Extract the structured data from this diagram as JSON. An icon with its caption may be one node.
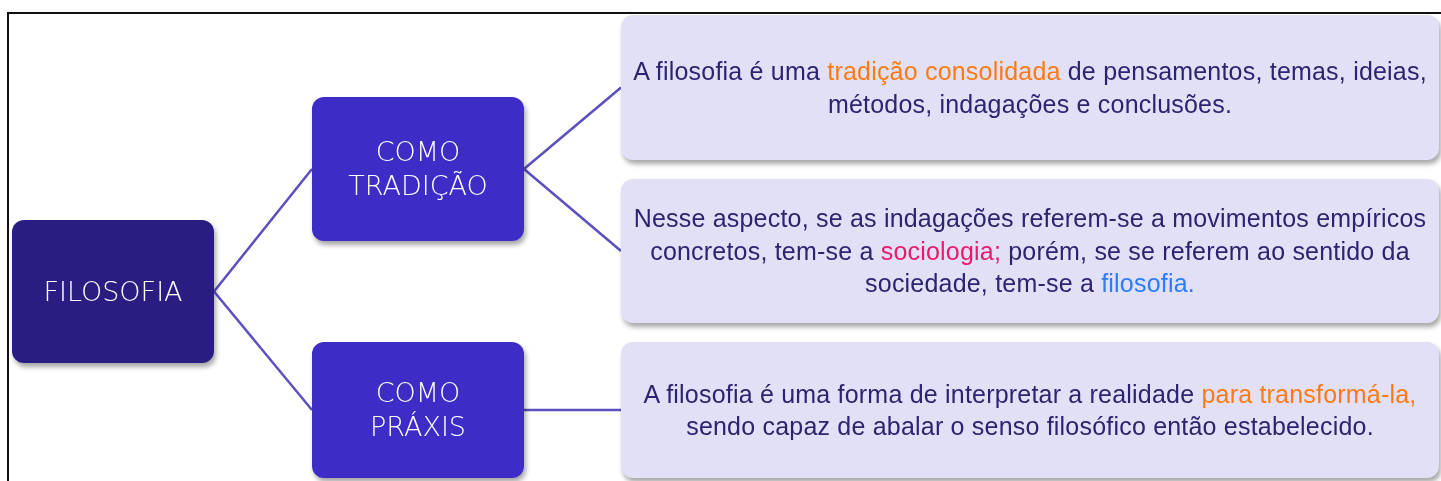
{
  "diagram": {
    "nodes": [
      {
        "text": [
          "FILOSOFIA"
        ]
      },
      {
        "text": [
          "COMO TRADIÇÃO"
        ]
      },
      {
        "text": [
          "COMO PRÁXIS"
        ]
      },
      {
        "text": [
          "A filosofia é uma tradição consolidada de pensamentos, temas, ideias, métodos, indagações e conclusões."
        ]
      },
      {
        "text": [
          "Nesse aspecto, se as indagações referem-se a movimentos empíricos concretos, tem-se a sociologia; porém, se se referem ao sentido da sociedade, tem-se a filosofia."
        ]
      },
      {
        "text": [
          "A filosofia é uma forma de interpretar a realidade para transformá-la, sendo capaz de abalar o senso filosófico então estabelecido."
        ]
      }
    ],
    "edges": [
      {
        "from": 0,
        "to": 1,
        "arrow": "none"
      },
      {
        "from": 0,
        "to": 2,
        "arrow": "none"
      },
      {
        "from": 1,
        "to": 3,
        "arrow": "none"
      },
      {
        "from": 1,
        "to": 4,
        "arrow": "none"
      },
      {
        "from": 2,
        "to": 5,
        "arrow": "none"
      }
    ]
  }
}
